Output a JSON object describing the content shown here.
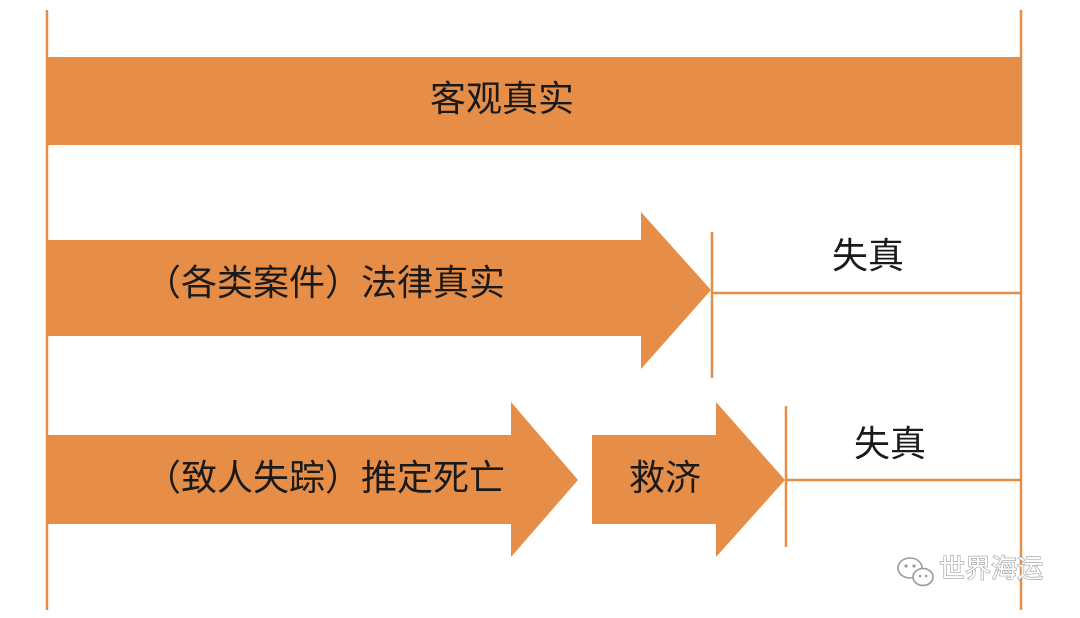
{
  "colors": {
    "accent": "#E68E47",
    "line": "#E68E47",
    "text": "#1a1a1a",
    "background": "#ffffff"
  },
  "rows": {
    "objective_truth": {
      "label": "客观真实"
    },
    "legal_truth": {
      "label": "（各类案件）法律真实",
      "distortion_label": "失真"
    },
    "presumed_death": {
      "label": "（致人失踪）推定死亡",
      "remedy_label": "救济",
      "distortion_label": "失真"
    }
  },
  "watermark": {
    "icon": "wechat-icon",
    "text": "世界海运"
  }
}
